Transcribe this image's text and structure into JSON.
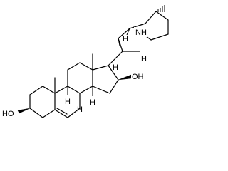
{
  "labels": {
    "nh": "NH",
    "oh_right": "OH",
    "ho_left": "HO",
    "h_piperidine": "H",
    "h_sidechain": "H",
    "h_c14": "H",
    "h_c8": "H",
    "h_c9": "H",
    "h_c17": "H"
  }
}
